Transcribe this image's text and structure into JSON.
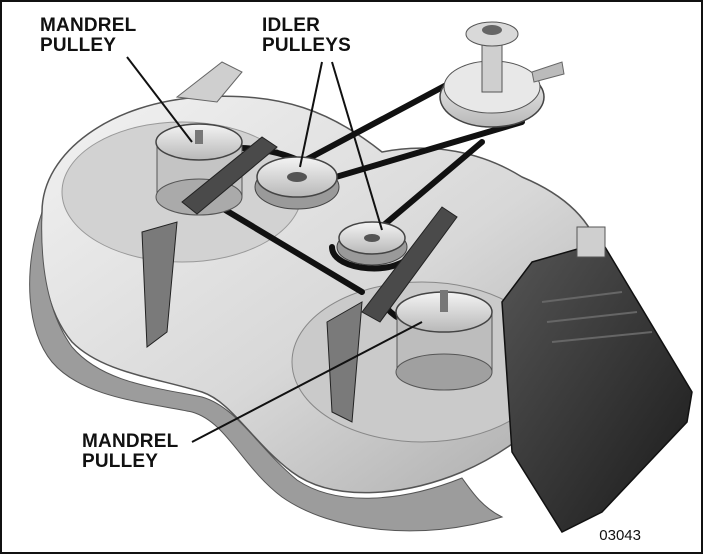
{
  "labels": {
    "mandrel_top": "MANDREL\nPULLEY",
    "idler": "IDLER\nPULLEYS",
    "mandrel_bottom": "MANDREL\nPULLEY"
  },
  "figure_number": "03043",
  "colors": {
    "deck_light": "#e4e4e4",
    "deck_mid": "#bcbcbc",
    "deck_shadow": "#8a8a8a",
    "belt": "#111111",
    "chute": "#2b2b2b",
    "outline": "#333333"
  }
}
